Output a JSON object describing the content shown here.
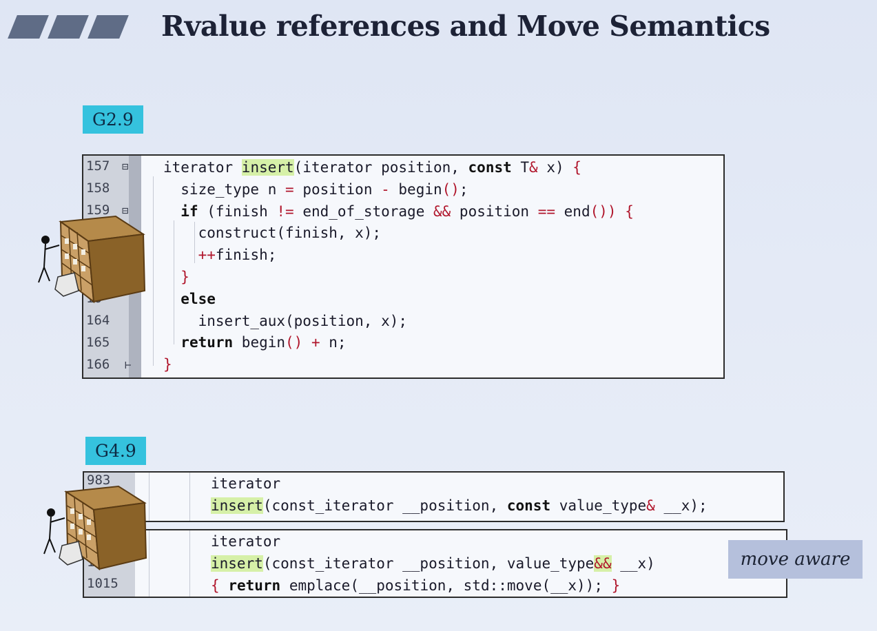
{
  "slide": {
    "title": "Rvalue references and Move Semantics"
  },
  "g29": {
    "badge": "G2.9",
    "line_numbers": [
      "157",
      "158",
      "159",
      "",
      "",
      "",
      "16",
      "164",
      "165",
      "166"
    ]
  },
  "g49": {
    "badge": "G4.9",
    "box1_line_number": "983",
    "box2_line_numbers": [
      "",
      "1",
      "1015"
    ],
    "note": "move aware"
  },
  "icons": [
    "folding-marker-icon",
    "filing-shelf-illustration"
  ]
}
